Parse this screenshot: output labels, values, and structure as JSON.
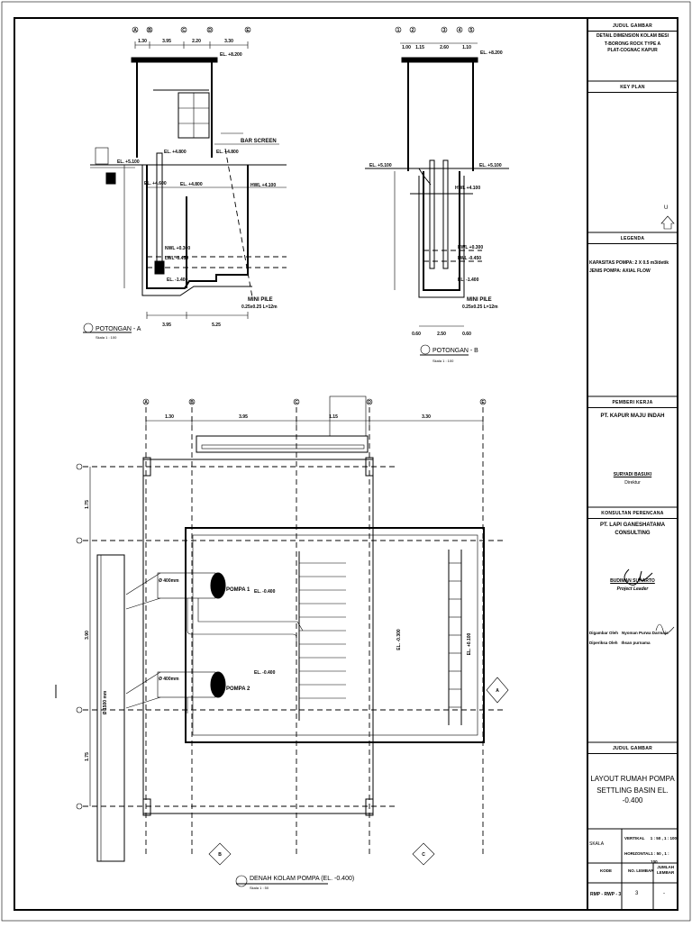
{
  "sections": {
    "potongan_a": {
      "title": "POTONGAN - A",
      "scale": "Skala 1 : 100"
    },
    "potongan_b": {
      "title": "POTONGAN - B",
      "scale": "Skala 1 : 100"
    },
    "plan": {
      "title": "DENAH KOLAM POMPA (EL. -0.400)",
      "scale": "Skala 1 : 50"
    }
  },
  "section_a": {
    "grid_labels": [
      "A",
      "B",
      "C",
      "D",
      "E"
    ],
    "top_dims": [
      "1.30",
      "3.95",
      "2.20",
      "3.30"
    ],
    "bottom_dims": [
      "3.95",
      "5.25"
    ],
    "levels": {
      "top": "EL. +8.200",
      "ground": "EL. +5.100",
      "mid1": "EL. +4.800",
      "mid2": "EL. +4.600",
      "hwl": "HWL +4.100",
      "bar_screen": "BAR SCREEN",
      "nwl": "NWL +0.300",
      "lwl": "LWL -0.450",
      "bottom": "EL. -1.400",
      "pile": "MINI PILE",
      "pile_spec": "0.25x0.25 L=12m"
    }
  },
  "section_b": {
    "grid_labels": [
      "1",
      "2",
      "3",
      "4",
      "5"
    ],
    "top_dims": [
      "1.00",
      "1.15",
      "2.60",
      "1.10"
    ],
    "bottom_dims": [
      "0.60",
      "2.50",
      "0.60"
    ],
    "levels": {
      "top": "EL. +8.200",
      "ground_l": "EL. +5.100",
      "ground_r": "EL. +5.100",
      "hwl": "HWL +4.100",
      "nwl": "NWL +0.300",
      "lwl": "LWL -0.450",
      "bottom": "EL. -1.400",
      "pile": "MINI PILE",
      "pile_spec": "0.25x0.25 L=12m"
    }
  },
  "plan_view": {
    "grid_labels": [
      "A",
      "B",
      "C",
      "D",
      "E"
    ],
    "top_dims": [
      "1.30",
      "3.95",
      "1.15",
      "3.30"
    ],
    "side_dims": [
      "1.75",
      "3.90",
      "1.75"
    ],
    "pipe_label": "Ø 400mm",
    "pump1": "POMPA 1",
    "pump2": "POMPA 2",
    "el1": "EL. -0.400",
    "el2": "EL. -0.400",
    "el3": "EL. -0.300",
    "el4": "EL. +0.100",
    "inlet": "Ø 1500 mm",
    "markers": [
      "A",
      "B",
      "C"
    ]
  },
  "title_block": {
    "judul_gambar_header": "JUDUL GAMBAR",
    "judul_gambar_lines": [
      "DETAIL DIMENSION KOLAM BESI",
      "T-BORONG ROCK TYPE A",
      "PLAT-COGNAC KAPUR"
    ],
    "key_plan": "KEY PLAN",
    "north": "U",
    "legenda_header": "LEGENDA",
    "legenda_lines": [
      "KAPASITAS POMPA: 2 X 0.5 m3/detik",
      "JENIS POMPA: AXIAL FLOW"
    ],
    "pemberi_header": "PEMBERI KERJA",
    "pemberi_name": "PT. KAPUR MAJU INDAH",
    "pemberi_sign_name": "SURYADI BASUKI",
    "pemberi_sign_role": "Direktur",
    "konsultan_header": "KONSULTAN PERENCANA",
    "konsultan_lines": [
      "PT. LAPI GANESHATAMA",
      "CONSULTING"
    ],
    "konsultan_person": "BUDIMAN SUHARTO",
    "konsultan_role": "Project Leader",
    "digambar": "Digambar Oleh",
    "digambar_val": "Nyoman Purwa Darmaja",
    "diperiksa": "Diperiksa Oleh",
    "diperiksa_val": "Ihsan purnama",
    "judul_header": "JUDUL GAMBAR",
    "judul_lines": [
      "LAYOUT RUMAH POMPA",
      "SETTLING BASIN EL. -0.400"
    ],
    "skala_label": "SKALA",
    "skala_vert": "VERTIKAL",
    "skala_vert_val": "1 : 50 , 1 : 100",
    "skala_hor": "HORIZONTAL",
    "skala_hor_val": "1 : 50 , 1 : 100",
    "kode_label": "KODE",
    "no_lembar_label": "NO. LEMBAR",
    "jumlah_label": "JUMLAH",
    "lembar_val": "LEMBAR",
    "sheet_code": "RMP - RWP - 3",
    "sheet_no": "3",
    "sheet_total": "-"
  }
}
